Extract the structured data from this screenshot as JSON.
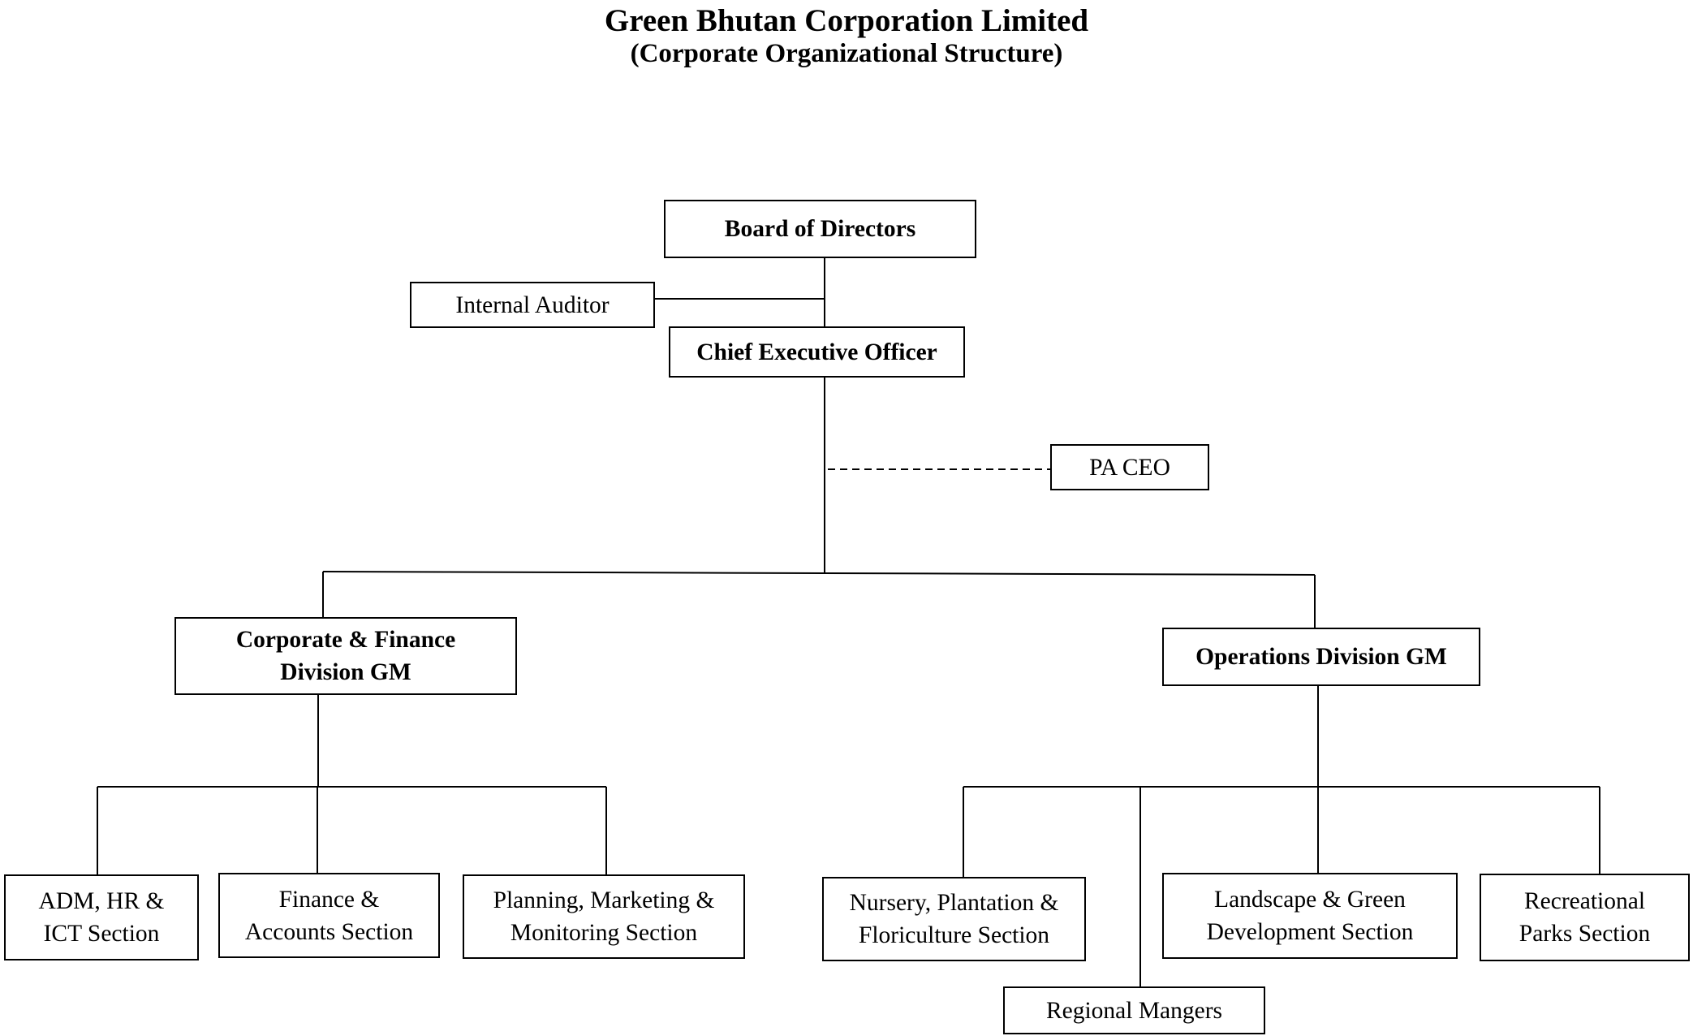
{
  "title": "Green Bhutan Corporation Limited",
  "subtitle": "(Corporate Organizational Structure)",
  "nodes": {
    "board": "Board of Directors",
    "auditor": "Internal Auditor",
    "ceo": "Chief Executive Officer",
    "pa_ceo": "PA CEO",
    "cfd_gm": "Corporate & Finance\nDivision GM",
    "ops_gm": "Operations Division GM",
    "adm": "ADM, HR &\nICT Section",
    "finance": "Finance &\nAccounts Section",
    "planning": "Planning, Marketing &\nMonitoring Section",
    "nursery": "Nursery, Plantation &\nFloriculture Section",
    "landscape": "Landscape & Green\nDevelopment Section",
    "recreational": "Recreational\nParks Section",
    "regional": "Regional Mangers"
  },
  "links": [
    {
      "from": "board",
      "to": "ceo",
      "style": "solid"
    },
    {
      "from": "auditor",
      "to": "board-ceo-line",
      "style": "solid"
    },
    {
      "from": "ceo",
      "to": "pa_ceo",
      "style": "dashed"
    },
    {
      "from": "ceo",
      "to": "cfd_gm",
      "style": "solid"
    },
    {
      "from": "ceo",
      "to": "ops_gm",
      "style": "solid"
    },
    {
      "from": "cfd_gm",
      "to": "adm",
      "style": "solid"
    },
    {
      "from": "cfd_gm",
      "to": "finance",
      "style": "solid"
    },
    {
      "from": "cfd_gm",
      "to": "planning",
      "style": "solid"
    },
    {
      "from": "ops_gm",
      "to": "nursery",
      "style": "solid"
    },
    {
      "from": "ops_gm",
      "to": "regional",
      "style": "solid"
    },
    {
      "from": "ops_gm",
      "to": "landscape",
      "style": "solid"
    },
    {
      "from": "ops_gm",
      "to": "recreational",
      "style": "solid"
    }
  ]
}
